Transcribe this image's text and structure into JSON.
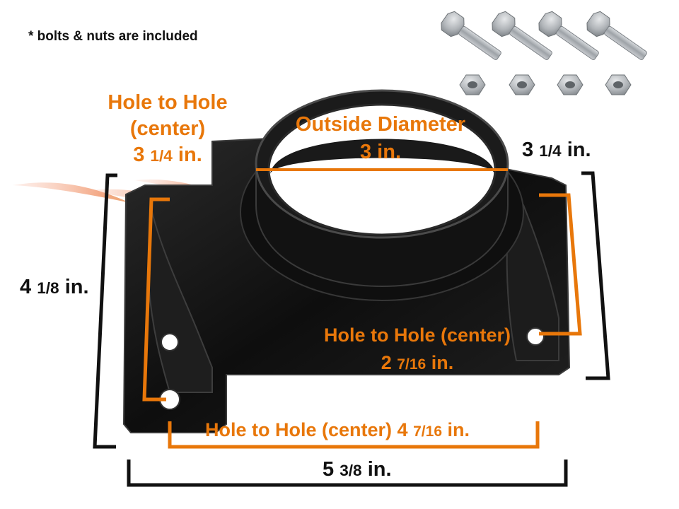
{
  "note": "* bolts & nuts are included",
  "labels": {
    "hole_to_hole_top_line1": "Hole to Hole",
    "hole_to_hole_top_line2": "(center)",
    "hole_to_hole_top_value": "3",
    "hole_to_hole_top_value_frac": "1/4",
    "hole_to_hole_top_value_unit": "in.",
    "outside_diameter_line1": "Outside Diameter",
    "outside_diameter_value": "3 in.",
    "right_height_whole": "3",
    "right_height_frac": "1/4",
    "right_height_unit": "in.",
    "left_height_whole": "4",
    "left_height_frac": "1/8",
    "left_height_unit": "in.",
    "hole_to_hole_right_line1": "Hole to Hole (center)",
    "hole_to_hole_right_whole": "2",
    "hole_to_hole_right_frac": "7/16",
    "hole_to_hole_right_unit": "in.",
    "hole_to_hole_bottom_prefix": "Hole to Hole (center) 4",
    "hole_to_hole_bottom_frac": "7/16",
    "hole_to_hole_bottom_unit": "in.",
    "width_whole": "5",
    "width_frac": "3/8",
    "width_unit": "in."
  },
  "hardware": {
    "bolts": 4,
    "nuts": 4
  },
  "colors": {
    "accent": "#e8770a",
    "dimension_black": "#111111",
    "part": "#141414",
    "metal": "#b9bcbf"
  },
  "icons": [
    "flame-swoosh",
    "bolt-icon",
    "nut-icon",
    "flange-part"
  ]
}
